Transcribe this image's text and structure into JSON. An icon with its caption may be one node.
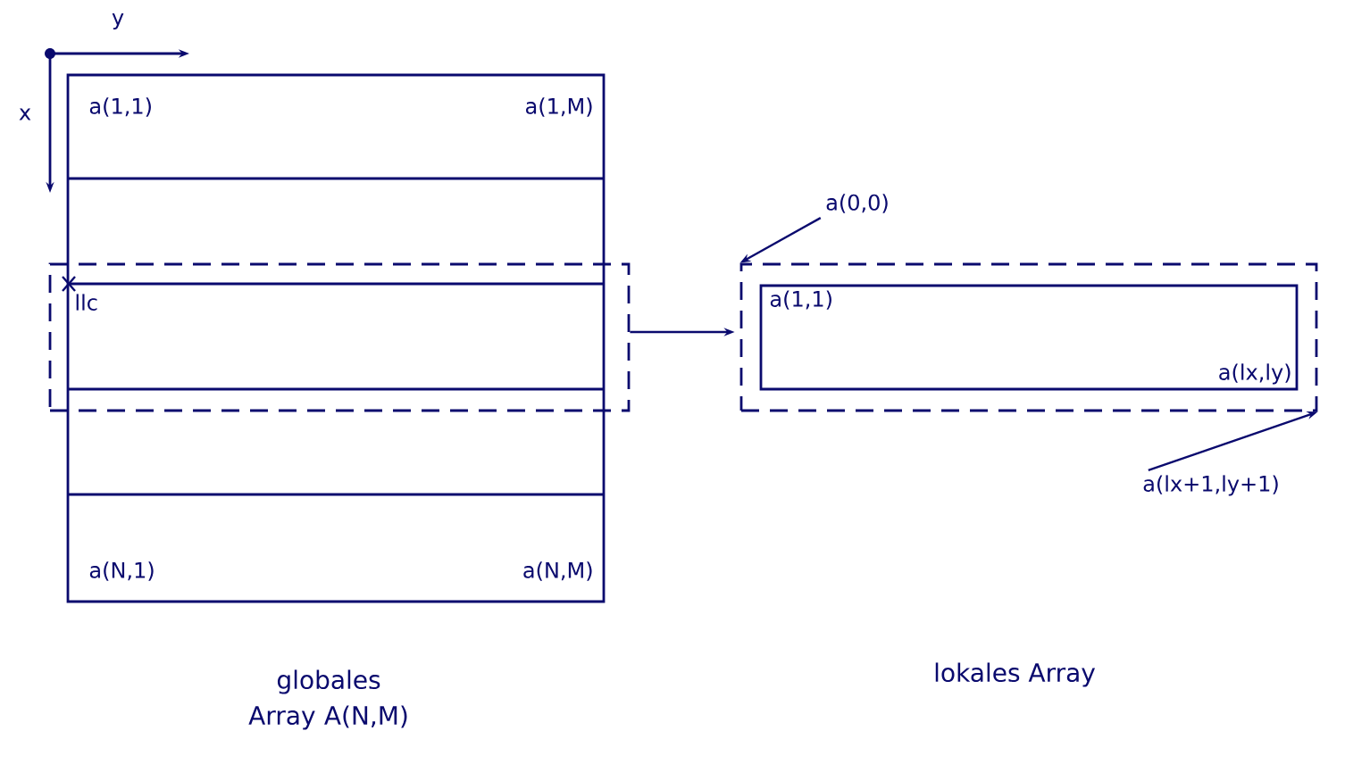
{
  "diagram": {
    "nodes": [
      {
        "text": [
          "globales Array A(N,M)"
        ]
      },
      {
        "text": [
          "llc"
        ]
      },
      {
        "text": [],
        "shape": "box"
      },
      {
        "text": [
          "a(1,1)",
          "a(lx,ly)"
        ],
        "in": 2
      },
      {
        "text": [
          "a(0,0)"
        ]
      },
      {
        "text": [
          "a(lx+1,ly+1)"
        ]
      }
    ],
    "edges": [
      {
        "from": 1,
        "to": 2,
        "arrow": "to"
      },
      {
        "from": 4,
        "to": 2,
        "arrow": "to"
      },
      {
        "from": 5,
        "to": 2,
        "arrow": "to"
      }
    ],
    "labels": [
      "y",
      "x",
      "a(1,1)",
      "a(1,M)",
      "a(N,1)",
      "a(N,M)",
      "lokales Array"
    ]
  }
}
